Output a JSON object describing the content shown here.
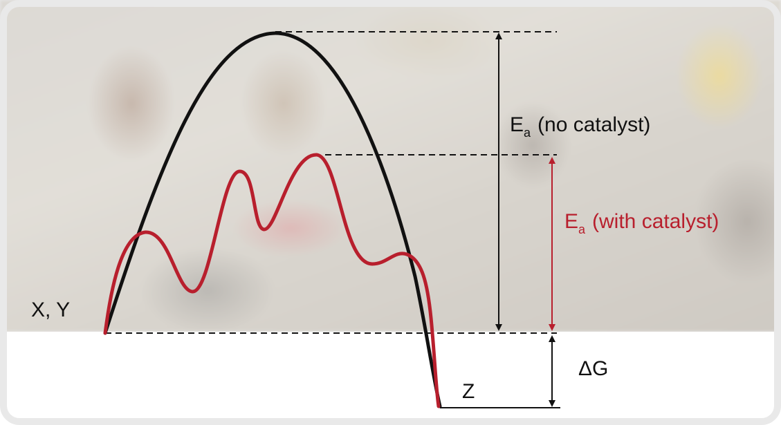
{
  "diagram": {
    "labels": {
      "reactants": "X, Y",
      "product": "Z",
      "ea_symbol": "E",
      "ea_subscript": "a",
      "ea_no_catalyst_suffix": "(no catalyst)",
      "ea_with_catalyst_suffix": "(with catalyst)",
      "delta_g": "ΔG"
    },
    "colors": {
      "uncatalyzed_curve": "#111111",
      "catalyzed_curve": "#b81f2d",
      "guide_lines": "#111111"
    }
  }
}
